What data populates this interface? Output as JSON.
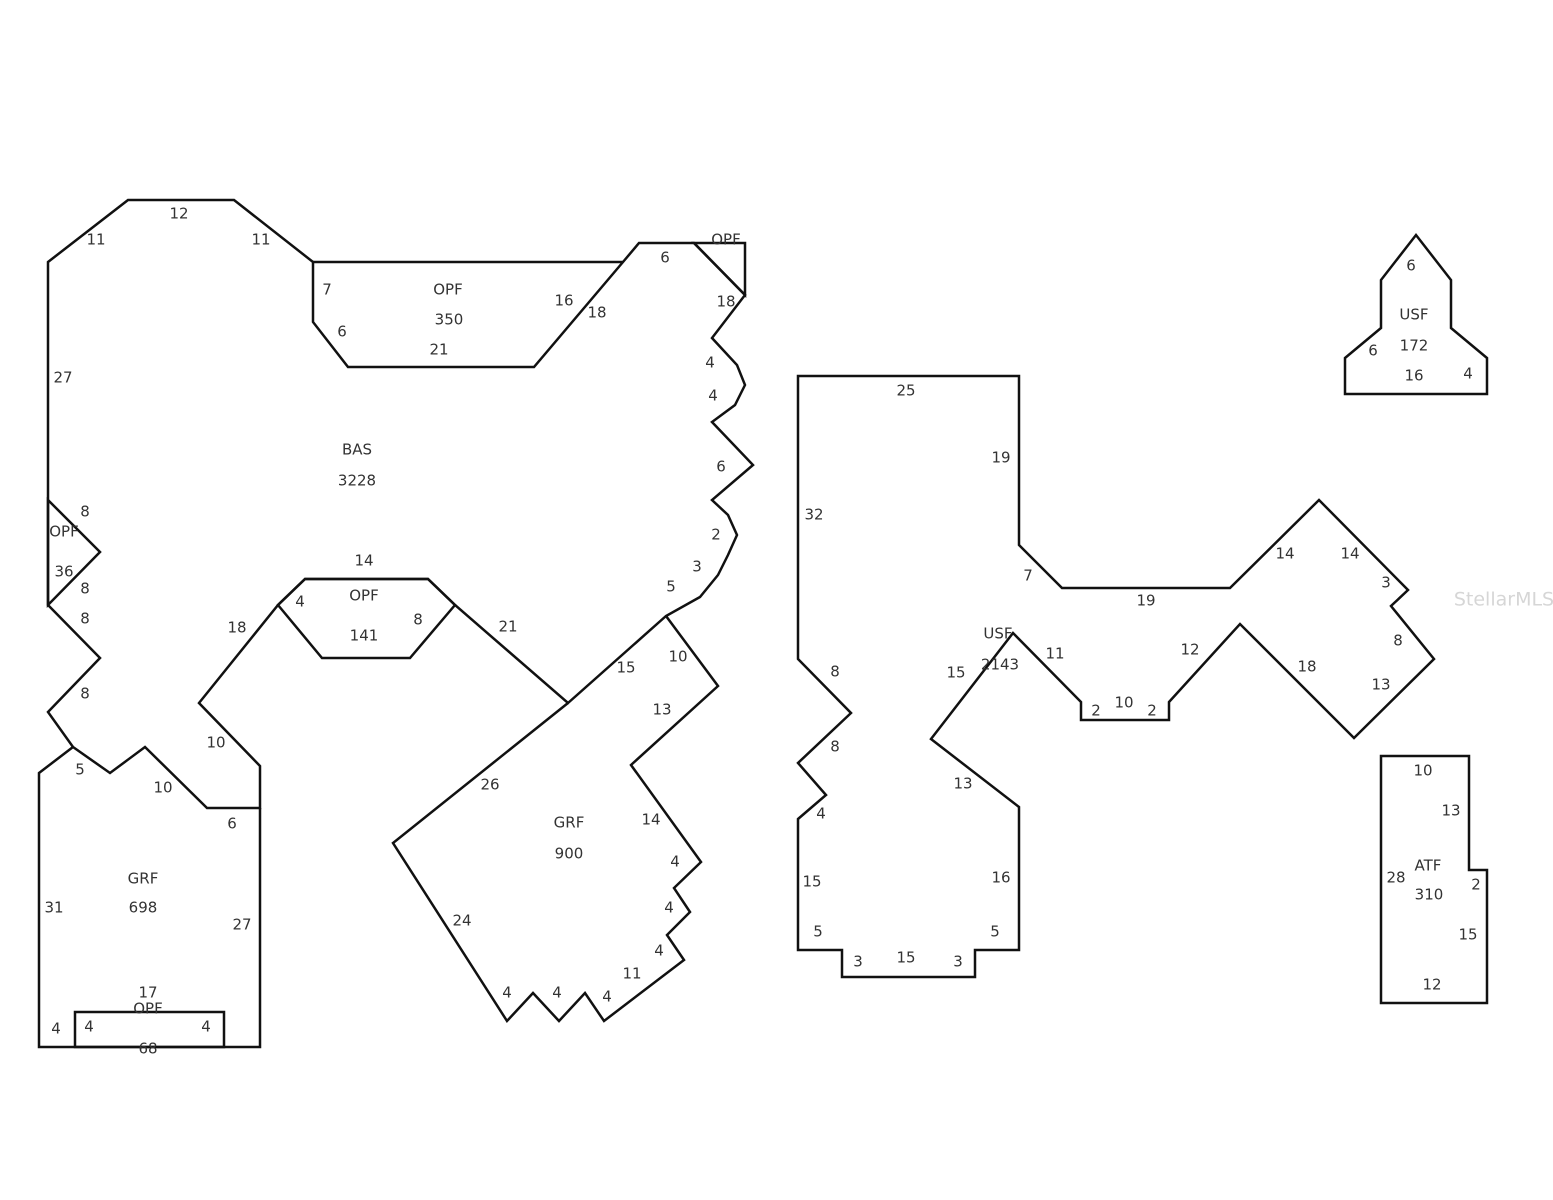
{
  "sketch": {
    "watermark": "StellarMLS",
    "areas": [
      {
        "id": "bas",
        "code": "BAS",
        "area": "3228",
        "dims": [
          "12",
          "11",
          "11",
          "27",
          "6",
          "18",
          "4",
          "4",
          "6",
          "2",
          "3",
          "5",
          "21",
          "14",
          "18",
          "10",
          "6",
          "10",
          "5",
          "8",
          "8",
          "8",
          "8"
        ]
      },
      {
        "id": "opf-350",
        "code": "OPF",
        "area": "350",
        "dims": [
          "7",
          "6",
          "21",
          "16",
          "18"
        ]
      },
      {
        "id": "opf-top-right",
        "code": "OPF",
        "area": "",
        "dims": []
      },
      {
        "id": "opf-36",
        "code": "OPF",
        "area": "36",
        "dims": []
      },
      {
        "id": "opf-141",
        "code": "OPF",
        "area": "141",
        "dims": [
          "4",
          "8"
        ]
      },
      {
        "id": "grf-698",
        "code": "GRF",
        "area": "698",
        "dims": [
          "31",
          "27",
          "4"
        ]
      },
      {
        "id": "opf-68",
        "code": "OPF",
        "area": "68",
        "dims": [
          "17",
          "4",
          "4"
        ]
      },
      {
        "id": "grf-900",
        "code": "GRF",
        "area": "900",
        "dims": [
          "15",
          "10",
          "13",
          "26",
          "14",
          "4",
          "4",
          "4",
          "11",
          "4",
          "4",
          "4",
          "24"
        ]
      },
      {
        "id": "usf-2143",
        "code": "USF",
        "area": "2143",
        "dims": [
          "25",
          "19",
          "32",
          "7",
          "19",
          "14",
          "14",
          "3",
          "8",
          "13",
          "18",
          "12",
          "2",
          "10",
          "2",
          "11",
          "15",
          "8",
          "8",
          "4",
          "13",
          "15",
          "16",
          "5",
          "5",
          "3",
          "15",
          "3"
        ]
      },
      {
        "id": "usf-172",
        "code": "USF",
        "area": "172",
        "dims": [
          "6",
          "6",
          "16",
          "4"
        ]
      },
      {
        "id": "atf-310",
        "code": "ATF",
        "area": "310",
        "dims": [
          "10",
          "13",
          "28",
          "2",
          "15",
          "12"
        ]
      }
    ]
  }
}
